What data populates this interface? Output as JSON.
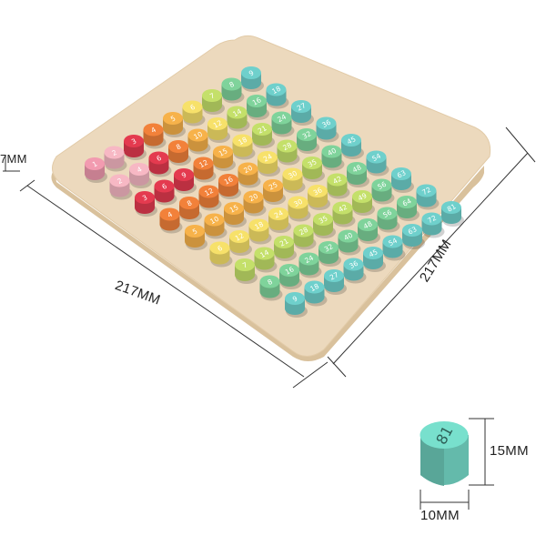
{
  "product": {
    "board": {
      "rows": 9,
      "cols": 9,
      "wood_color": "#ecd9bd",
      "wood_edge_color": "#d9c19c"
    },
    "peg_colors": [
      "#f29bb0",
      "#f7b8c4",
      "#e43a4f",
      "#f2813a",
      "#f7b24a",
      "#f7e16a",
      "#c4e06a",
      "#7fd39b",
      "#6fd0cc"
    ],
    "peg_label_color": "#ffffff",
    "sample_peg": {
      "value": "81",
      "color": "#6fcfbe"
    }
  },
  "dimensions": {
    "thickness": "7MM",
    "length": "217MM",
    "width": "217MM",
    "peg_height": "15MM",
    "peg_diameter": "10MM"
  }
}
